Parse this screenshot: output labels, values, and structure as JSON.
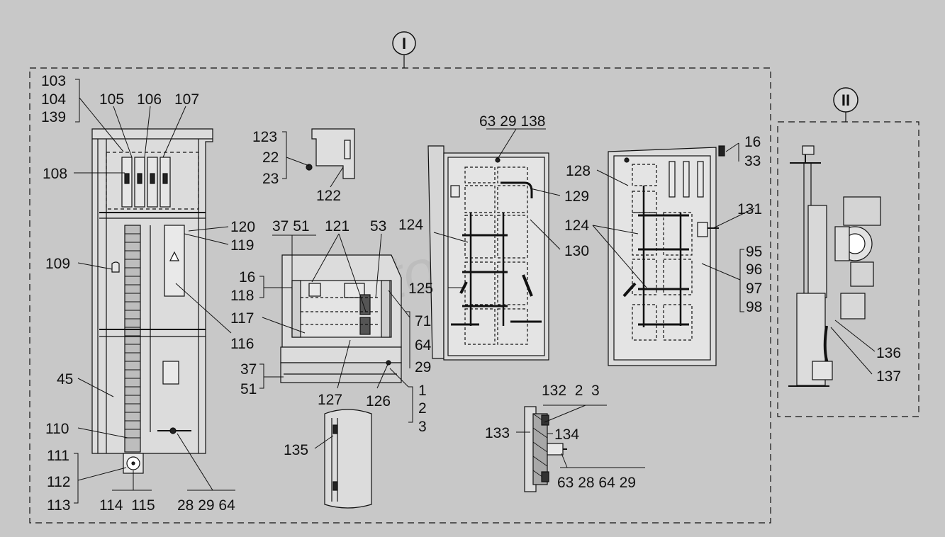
{
  "sections": {
    "view_1": "I",
    "view_2": "II"
  },
  "watermark": "AutoSoft",
  "labels": {
    "l103": "103",
    "l104": "104",
    "l139": "139",
    "l105": "105",
    "l106": "106",
    "l107": "107",
    "l108": "108",
    "l109": "109",
    "l45": "45",
    "l110": "110",
    "l111": "111",
    "l112": "112",
    "l113": "113",
    "l114_115": "114  115",
    "l28_29_64_a": "28 29 64",
    "l120": "120",
    "l119": "119",
    "l116": "116",
    "l123": "123",
    "l22": "22",
    "l23": "23",
    "l122": "122",
    "l37_51_a": "37 51",
    "l121": "121",
    "l53": "53",
    "l16_a": "16",
    "l118": "118",
    "l117": "117",
    "l71": "71",
    "l64_a": "64",
    "l29_a": "29",
    "l37_b": "37",
    "l51_b": "51",
    "l127": "127",
    "l126": "126",
    "l1": "1",
    "l2_a": "2",
    "l3_a": "3",
    "l135": "135",
    "l63_29_138": "63 29 138",
    "l124_a": "124",
    "l125": "125",
    "l129": "129",
    "l130": "130",
    "l128": "128",
    "l124_b": "124",
    "l16_b": "16",
    "l33": "33",
    "l131": "131",
    "l95": "95",
    "l96": "96",
    "l97": "97",
    "l98": "98",
    "l132_2_3": "132  2  3",
    "l133": "133",
    "l134": "134",
    "l63_28_64_29": "63 28 64 29",
    "l136": "136",
    "l137": "137"
  },
  "colors": {
    "background": "#c8c8c8",
    "line": "#111111",
    "panel_fill": "#e3e3e3",
    "dark_fill": "#3a3a3a"
  }
}
